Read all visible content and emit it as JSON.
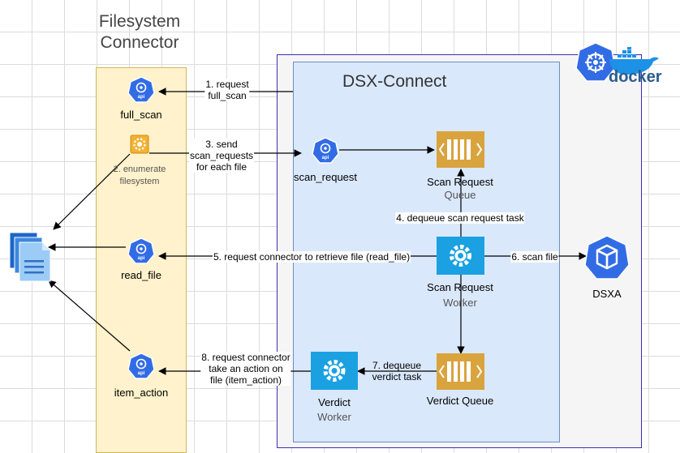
{
  "colors": {
    "connector_fill": "#FFF2CC",
    "connector_border": "#D6B656",
    "outer_border": "#3B2FB5",
    "dsx_fill": "#DAE8FC",
    "dsx_border": "#6C8EBF",
    "k8s_blue": "#326CE5",
    "queue_gold": "#D9A33E",
    "worker_cyan": "#1BA1E2",
    "docker_blue": "#1D91E6"
  },
  "connector": {
    "title_line1": "Filesystem",
    "title_line2": "Connector",
    "full_scan": "full_scan",
    "enumerate_line1": "2. enumerate",
    "enumerate_line2": "filesystem",
    "read_file": "read_file",
    "item_action": "item_action"
  },
  "dsx": {
    "title": "DSX-Connect",
    "scan_request": "scan_request",
    "scan_request_queue_line1": "Scan Request",
    "scan_request_queue_line2": "Queue",
    "scan_request_worker_line1": "Scan Request",
    "scan_request_worker_line2": "Worker",
    "verdict_worker_line1": "Verdict",
    "verdict_worker_line2": "Worker",
    "verdict_queue": "Verdict Queue"
  },
  "dsxa": "DSXA",
  "docker": "docker",
  "edges": {
    "e1_line1": "1. request",
    "e1_line2": "full_scan",
    "e3_line1": "3. send",
    "e3_line2": "scan_requests",
    "e3_line3": "for each file",
    "e4": "4. dequeue scan request task",
    "e5": "5. request connector to retrieve file (read_file)",
    "e6": "6. scan file",
    "e7_line1": "7. dequeue",
    "e7_line2": "verdict task",
    "e8_line1": "8. request connector",
    "e8_line2": "take an action on",
    "e8_line3": "file (item_action)"
  }
}
